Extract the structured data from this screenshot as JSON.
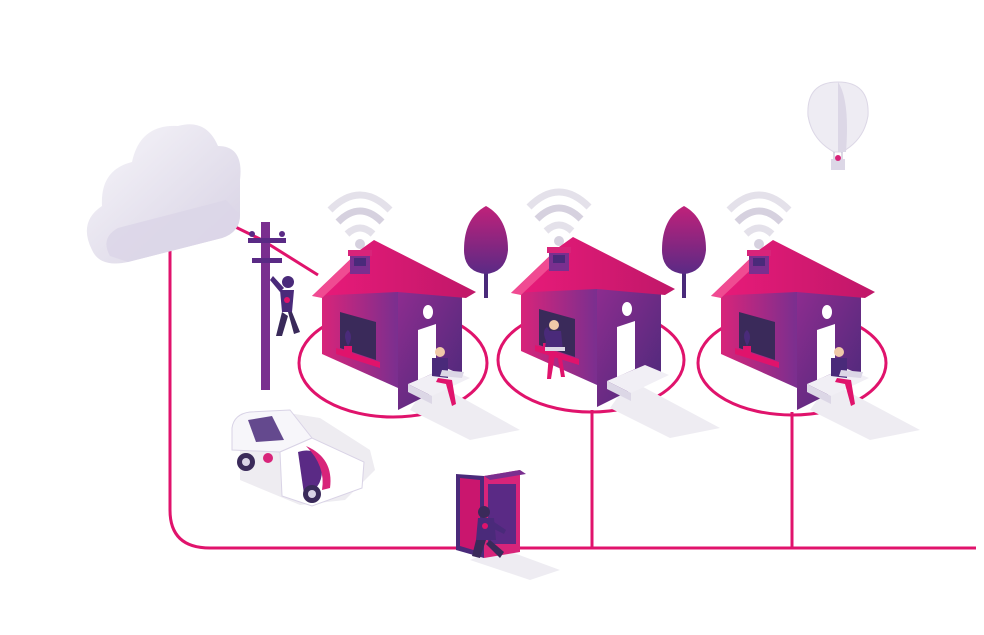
{
  "scene": {
    "colors": {
      "accent": "#e0136c",
      "purple_dark": "#4a2a7a",
      "purple_mid": "#7a2f8f",
      "magenta": "#d8247a",
      "cloud_light": "#f3f1f7",
      "cloud_shade": "#d9d3e6",
      "wall_light": "#efeef3",
      "shadow": "#eceaf0"
    },
    "icons": [
      "cloud-icon",
      "utility-pole-icon",
      "hot-air-balloon-icon",
      "house-icon",
      "wifi-icon",
      "tree-icon",
      "service-van-icon",
      "street-cabinet-icon",
      "person-icon"
    ],
    "houses": [
      {
        "occupant": "seated-on-step-with-laptop"
      },
      {
        "occupant": "at-window-with-laptop"
      },
      {
        "occupant": "seated-on-step-with-laptop"
      }
    ],
    "trees": 2,
    "technicians": [
      "pole-climber",
      "cabinet-worker"
    ]
  }
}
